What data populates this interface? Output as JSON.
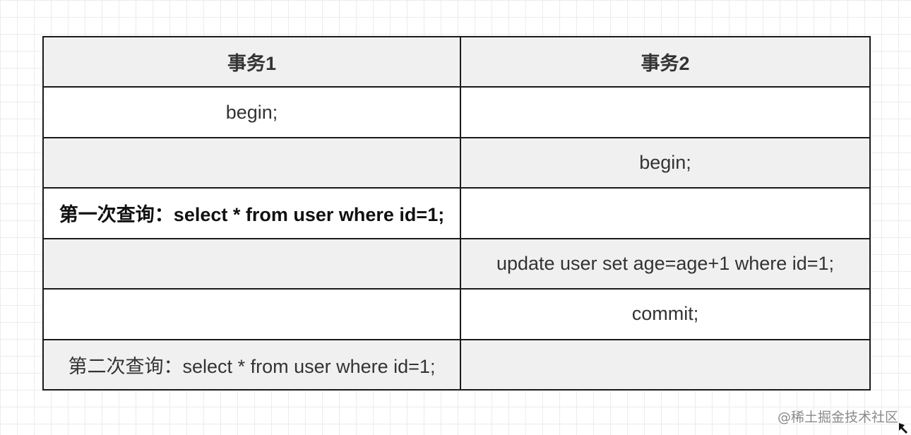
{
  "table": {
    "headers": [
      "事务1",
      "事务2"
    ],
    "rows": [
      [
        "begin;",
        ""
      ],
      [
        "",
        "begin;"
      ],
      [
        "第一次查询：select * from user where id=1;",
        ""
      ],
      [
        "",
        "update user set age=age+1 where id=1;"
      ],
      [
        "",
        "commit;"
      ],
      [
        "第二次查询：select * from user where id=1;",
        ""
      ]
    ]
  },
  "watermark": "@稀土掘金技术社区",
  "icons": {
    "cursor": "resize-arrow-icon"
  },
  "colors": {
    "header_bg": "#f0f0f0",
    "border": "#1a1a1a",
    "text": "#333333"
  }
}
